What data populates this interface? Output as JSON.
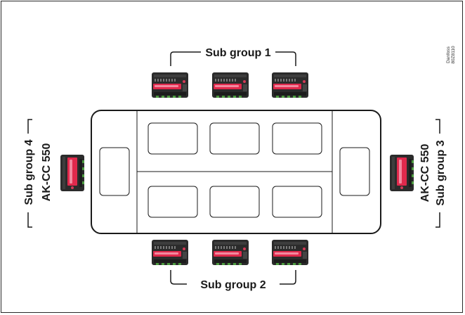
{
  "labels": {
    "top_group": "Sub group 1",
    "bottom_group": "Sub group 2",
    "right_group": "Sub group 3",
    "left_group": "Sub group 4",
    "left_controller": "AK-CC 550",
    "right_controller": "AK-CC 550"
  },
  "reference": {
    "brand": "Danfoss",
    "code": "80Z8110"
  },
  "colors": {
    "controller_body": "#2b2b2b",
    "controller_stripe": "#e0294c",
    "outline": "#1a1a1a"
  },
  "icons": {
    "controller": "ak-cc-550-controller-icon"
  }
}
